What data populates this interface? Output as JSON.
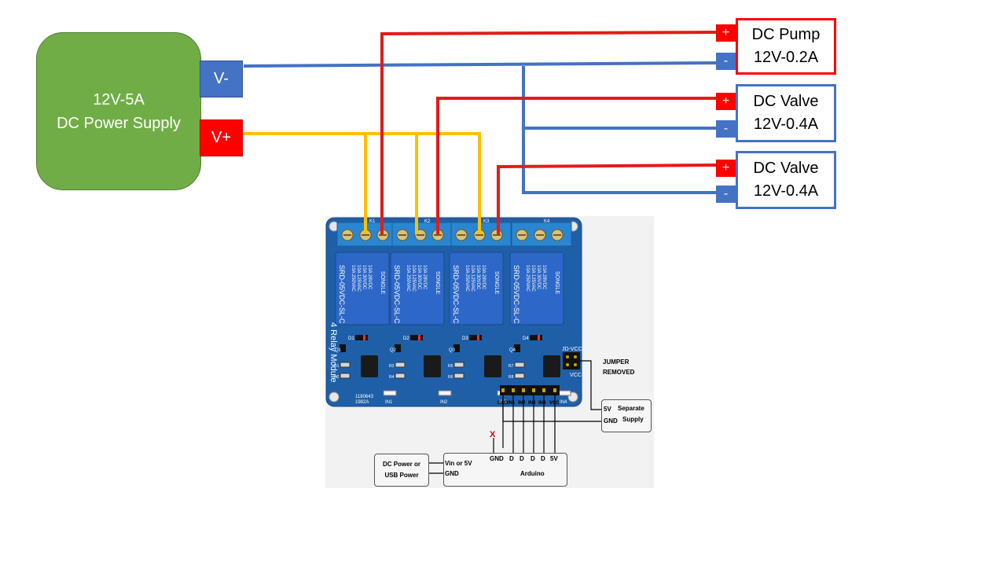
{
  "power_supply": {
    "rating": "12V-5A",
    "name": "DC Power Supply",
    "neg_label": "V-",
    "pos_label": "V+"
  },
  "loads": [
    {
      "name": "DC Pump",
      "rating": "12V-0.2A",
      "plus": "+",
      "minus": "-"
    },
    {
      "name": "DC Valve",
      "rating": "12V-0.4A",
      "plus": "+",
      "minus": "-"
    },
    {
      "name": "DC Valve",
      "rating": "12V-0.4A",
      "plus": "+",
      "minus": "-"
    }
  ],
  "relay_board": {
    "relay_model": "SRD-05VDC-SL-C",
    "relay_brand": "SONGLE",
    "relay_ratings": [
      "10A 250VAC",
      "10A 125VAC",
      "10A 30VDC",
      "10A 28VDC"
    ],
    "channel_labels": [
      "K1",
      "K2",
      "K3",
      "K4"
    ],
    "diode_labels": [
      "D1",
      "D2",
      "D3",
      "D4"
    ],
    "transistor_labels": [
      "Q1",
      "Q2",
      "Q3",
      "Q4"
    ],
    "resistor_labels": [
      "R1",
      "R2",
      "R3",
      "R4",
      "R5",
      "R6",
      "R7",
      "R8"
    ],
    "led_labels": [
      "IN1",
      "IN2",
      "IN3",
      "IN4"
    ],
    "module_text": "4 Relay Module",
    "pcb_code_1": "1180643",
    "pcb_code_2": "1982A",
    "jd_vcc": "JD-VCC",
    "vcc": "VCC",
    "header_pins": [
      "GND",
      "IN1",
      "IN2",
      "IN3",
      "IN4",
      "VCC"
    ]
  },
  "notes": {
    "jumper_line1": "JUMPER",
    "jumper_line2": "REMOVED"
  },
  "separate_supply": {
    "pin_5v": "5V",
    "pin_gnd": "GND",
    "label_line1": "Separate",
    "label_line2": "Supply"
  },
  "arduino": {
    "name": "Arduino",
    "pin_vin": "Vin or 5V",
    "pin_gnd_left": "GND",
    "pins": [
      "GND",
      "D",
      "D",
      "D",
      "D",
      "5V"
    ],
    "not_connected_mark": "X"
  },
  "usb_power": {
    "line1": "DC Power or",
    "line2": "USB Power"
  },
  "colors": {
    "positive_wire": "#e31b1b",
    "negative_wire": "#4472c4",
    "supply_wire": "#ffc000",
    "psu_fill": "#70ad47",
    "pcb": "#1f5fa8",
    "terminal_block": "#2a86d1",
    "relay_body": "#2d67c8"
  }
}
